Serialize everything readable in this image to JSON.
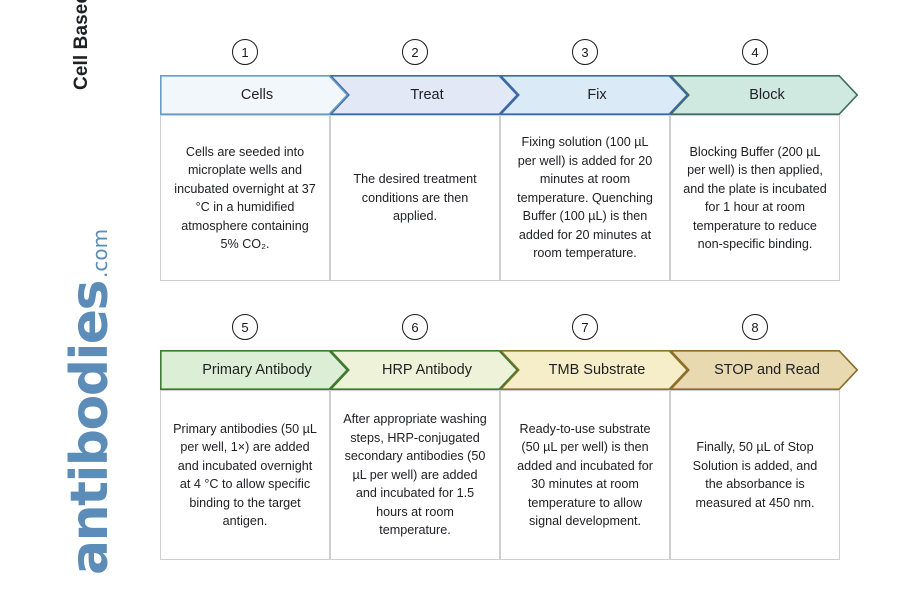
{
  "title": "Cell Based ELISA Kits Quick Protocol",
  "logo": {
    "word": "antibodies",
    "tld": ".com",
    "color": "#5b8db8"
  },
  "rows": [
    {
      "id": "row-1",
      "steps": [
        {
          "number": "1",
          "label": "Cells",
          "fill": "#f2f7fb",
          "border": "#6a9cc4",
          "body": "Cells are seeded into microplate wells and incubated overnight at 37 °C in a humidified atmosphere containing 5% CO₂."
        },
        {
          "number": "2",
          "label": "Treat",
          "fill": "#e3e8f7",
          "border": "#3d6aa5",
          "body": "The desired treatment conditions are then applied."
        },
        {
          "number": "3",
          "label": "Fix",
          "fill": "#daeaf7",
          "border": "#3d6aa5",
          "body": "Fixing solution (100 µL per well) is added for 20 minutes at room temperature. Quenching Buffer (100 µL) is then added for 20 minutes at room temperature."
        },
        {
          "number": "4",
          "label": "Block",
          "fill": "#cfe9e0",
          "border": "#3f6f63",
          "body": "Blocking Buffer (200 µL per well) is then applied, and the plate is incubated for 1 hour at room temperature to reduce non-specific binding."
        }
      ]
    },
    {
      "id": "row-2",
      "steps": [
        {
          "number": "5",
          "label": "Primary Antibody",
          "fill": "#ddeed6",
          "border": "#3f7a31",
          "body": "Primary antibodies (50 µL per well, 1×) are added and incubated overnight at 4 °C to allow specific binding to the target antigen."
        },
        {
          "number": "6",
          "label": "HRP Antibody",
          "fill": "#eef2d9",
          "border": "#3f7a31",
          "body": "After appropriate washing steps, HRP-conjugated secondary antibodies (50 µL per well) are added and incubated for 1.5 hours at room temperature."
        },
        {
          "number": "7",
          "label": "TMB Substrate",
          "fill": "#f6eec9",
          "border": "#8a7428",
          "body": "Ready-to-use substrate (50 µL per well) is then added and incubated for 30 minutes at room temperature to allow signal development."
        },
        {
          "number": "8",
          "label": "STOP and Read",
          "fill": "#e8d9b0",
          "border": "#8a6b28",
          "body": "Finally, 50 µL of Stop Solution is added, and the absorbance is measured at 450 nm."
        }
      ]
    }
  ]
}
